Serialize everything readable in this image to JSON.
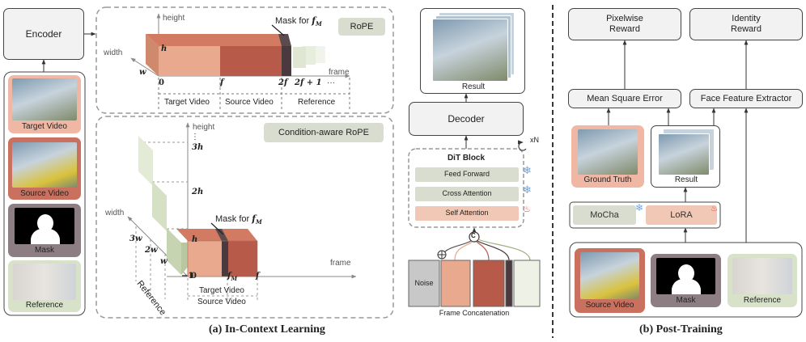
{
  "left": {
    "encoder": "Encoder",
    "inputs": [
      "Target Video",
      "Source Video",
      "Mask",
      "Reference"
    ]
  },
  "rope": {
    "badge": "RoPE",
    "axis_height": "height",
    "axis_width": "width",
    "axis_frame": "frame",
    "mask_label": "Mask for",
    "mask_sym": "f",
    "mask_sub": "M",
    "h": "h",
    "w": "w",
    "ticks": [
      "0",
      "f",
      "2f",
      "2f + 1",
      "···"
    ],
    "sections": [
      "Target Video",
      "Source Video",
      "Reference"
    ]
  },
  "carope": {
    "badge": "Condition-aware RoPE",
    "axis_height": "height",
    "axis_width": "width",
    "axis_frame": "frame",
    "mask_label": "Mask for",
    "mask_sym": "f",
    "mask_sub": "M",
    "vdots": "⋮",
    "hticks": [
      "3h",
      "2h",
      "h"
    ],
    "wticks": [
      "3w",
      "2w",
      "w"
    ],
    "xticks": [
      "−1",
      "0",
      "f",
      "f",
      "M"
    ],
    "reference": "Reference",
    "target": "Target Video",
    "source": "Source Video"
  },
  "middle": {
    "result": "Result",
    "decoder": "Decoder",
    "xn": "xN",
    "dit": "DiT Block",
    "layers": [
      "Feed Forward",
      "Cross Attention",
      "Self Attention"
    ],
    "concat_c": "C",
    "noise": "Noise",
    "frame_concat": "Frame Concatenation"
  },
  "right": {
    "pix_reward": [
      "Pixelwise",
      "Reward"
    ],
    "id_reward": [
      "Identity",
      "Reward"
    ],
    "mse": "Mean Square Error",
    "ffe": "Face Feature Extractor",
    "gt": "Ground Truth",
    "result": "Result",
    "mocha": "MoCha",
    "lora": "LoRA",
    "inputs": [
      "Source Video",
      "Mask",
      "Reference"
    ]
  },
  "captions": {
    "a": "(a) In-Context Learning",
    "b": "(b) Post-Training"
  },
  "colors": {
    "target": "#e8a98e",
    "source": "#b85a4a",
    "mask": "#4a3a3e",
    "reference": "#d8e2c8",
    "lora": "#f1c7b6",
    "frozen": "#6aa6e8",
    "fire": "#d9503c"
  }
}
